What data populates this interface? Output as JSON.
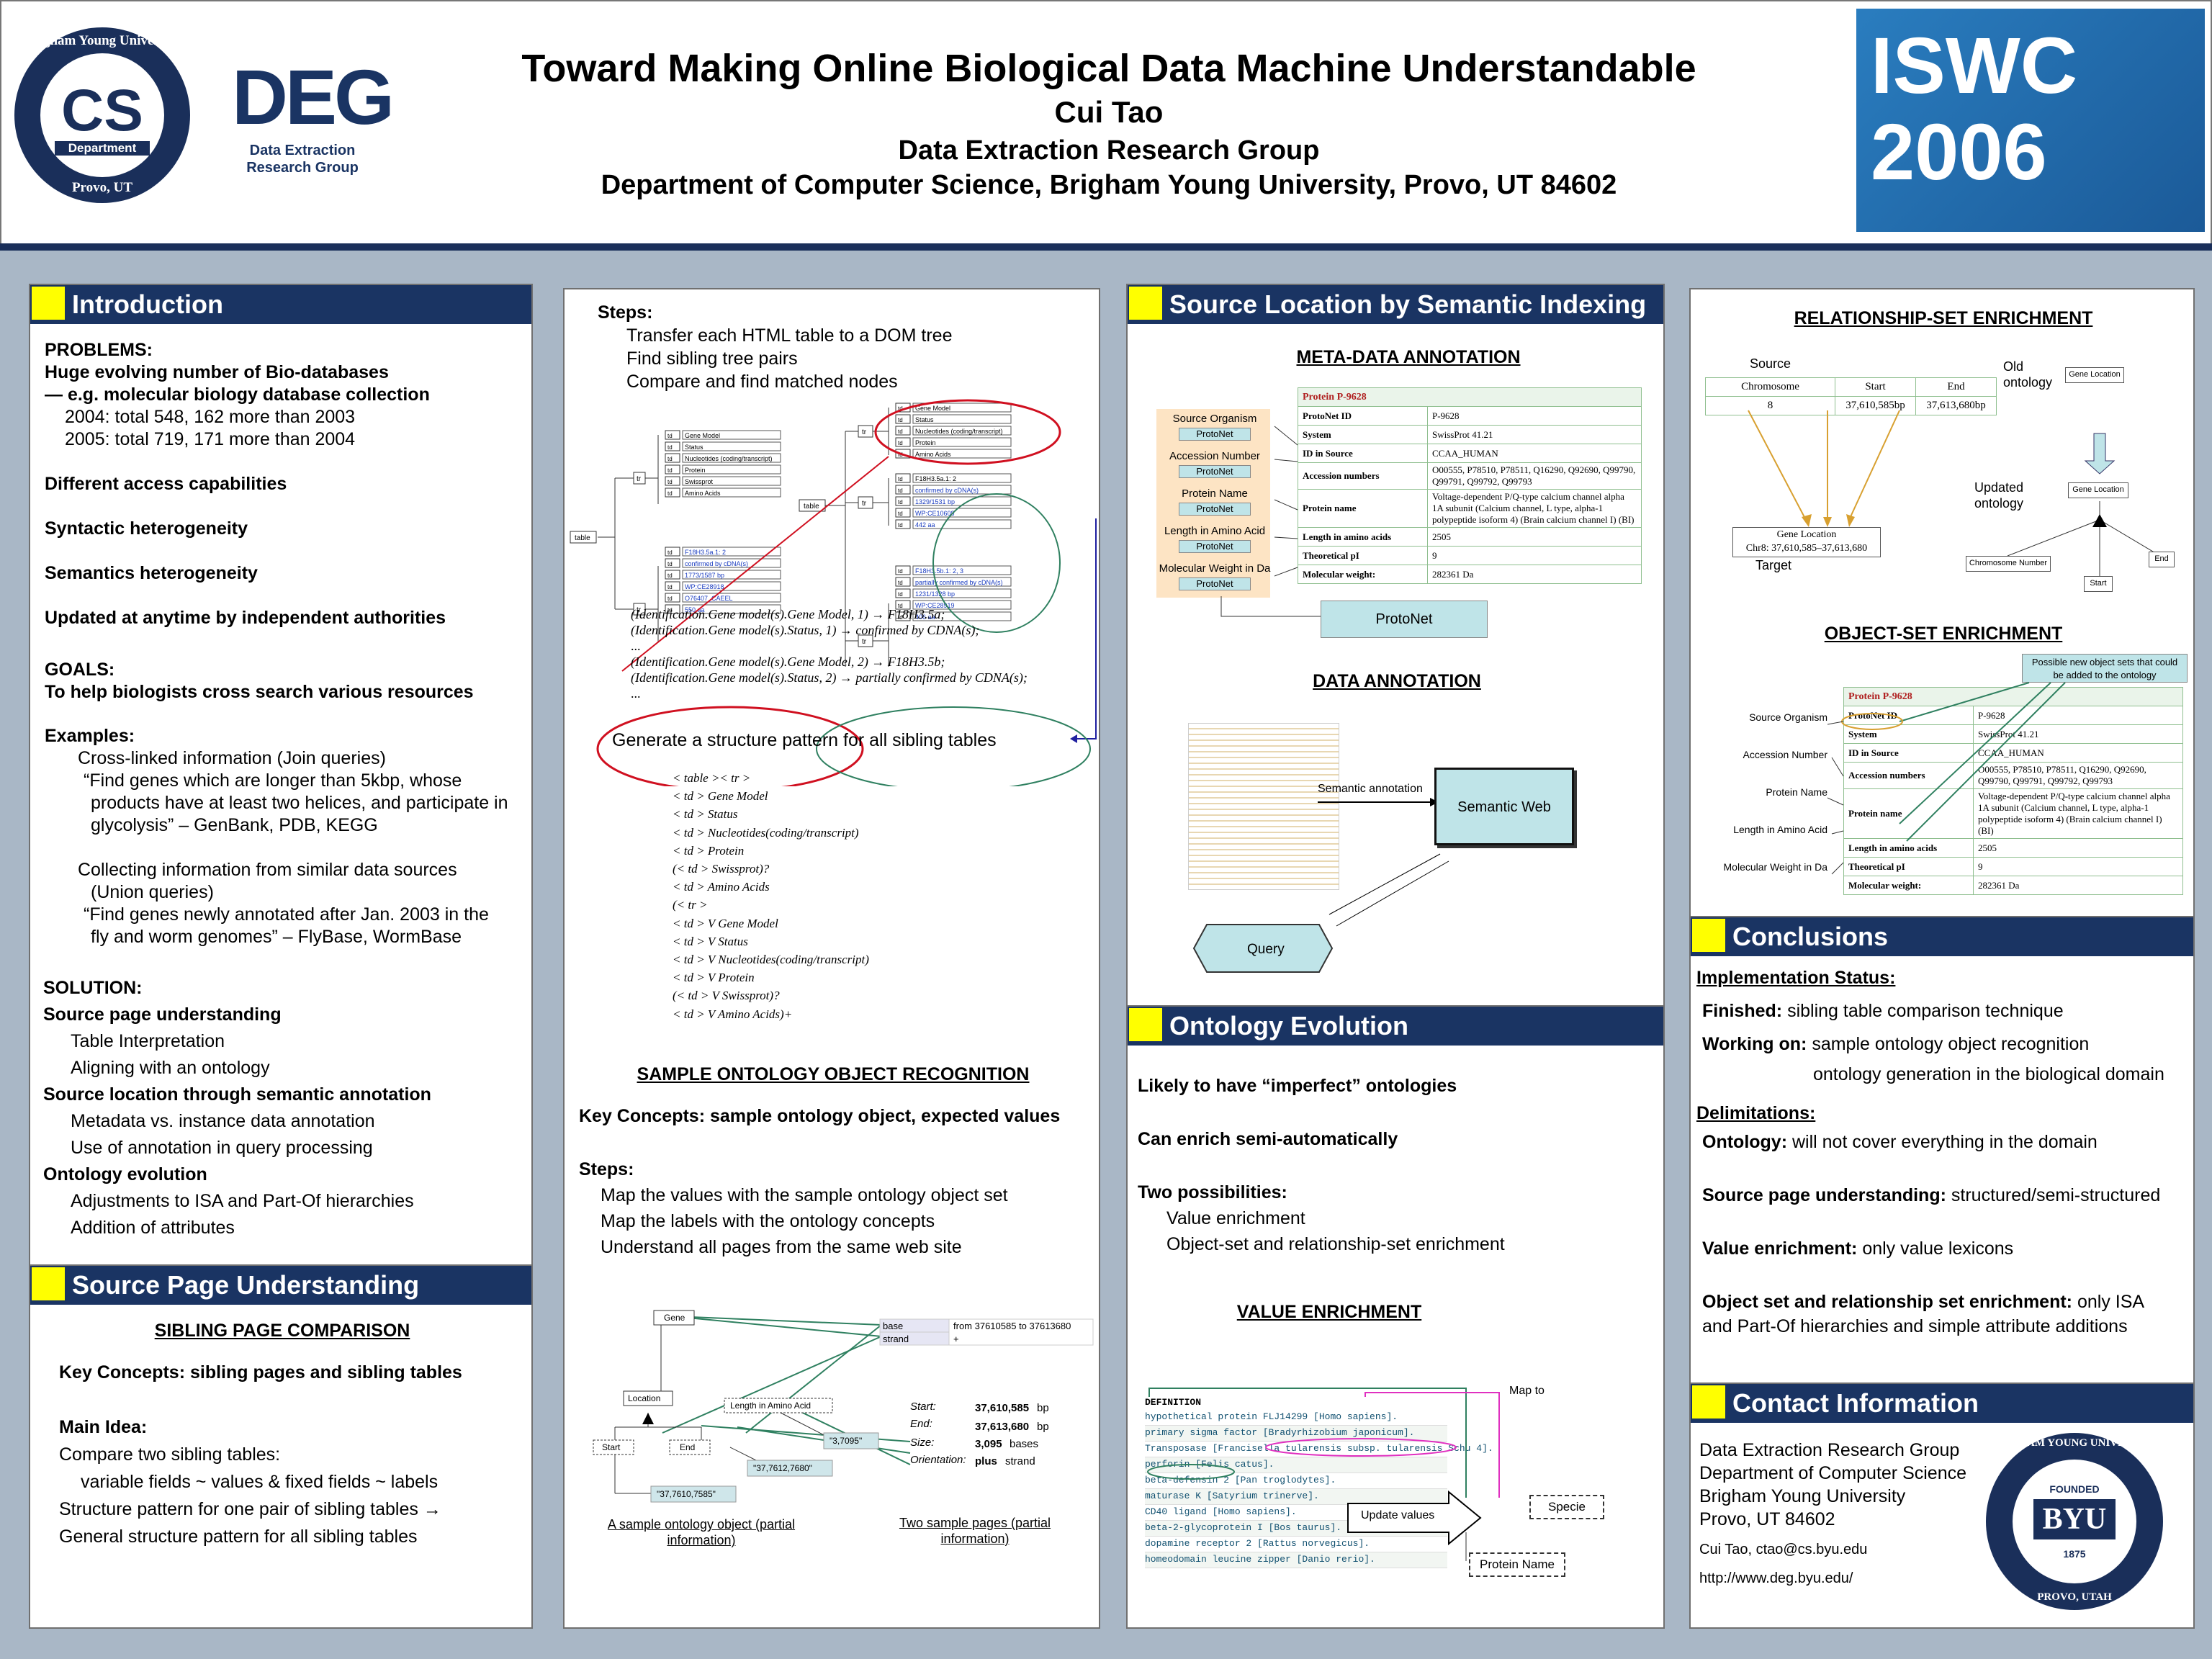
{
  "header": {
    "title": "Toward Making Online Biological Data Machine Understandable",
    "author": "Cui Tao",
    "group": "Data Extraction Research Group",
    "dept": "Department of Computer Science, Brigham Young University, Provo, UT 84602",
    "cs_seal_ring": "Brigham Young University",
    "cs_seal_center": "CS",
    "cs_seal_dept": "Department",
    "cs_seal_city": "Provo, UT",
    "deg_logo": "DEG",
    "deg_caption_1": "Data Extraction",
    "deg_caption_2": "Research Group",
    "iswc_logo": "ISWC 2006"
  },
  "introduction": {
    "heading": "Introduction",
    "problems": "PROBLEMS:",
    "p1": "Huge evolving number of Bio-databases",
    "p2": "— e.g. molecular biology database collection",
    "p3": "2004: total 548, 162 more than 2003",
    "p4": "2005: total 719, 171 more than 2004",
    "p5": "Different access capabilities",
    "p6": "Syntactic heterogeneity",
    "p7": "Semantics heterogeneity",
    "p8": "Updated at anytime by independent authorities",
    "goals": "GOALS:",
    "g1": "To help biologists cross search various resources",
    "examples": "Examples:",
    "e1": "Cross-linked information (Join queries)",
    "e2": "“Find genes which are longer than 5kbp, whose",
    "e3": "products have at least two helices, and participate in",
    "e4": "glycolysis” – GenBank, PDB, KEGG",
    "e5": "Collecting information from similar data sources",
    "e6": "(Union queries)",
    "e7": "“Find genes newly annotated after Jan. 2003 in the",
    "e8": "fly and worm genomes” – FlyBase, WormBase",
    "solution": "SOLUTION:",
    "s1": "Source page understanding",
    "s2": "Table Interpretation",
    "s3": "Aligning with an ontology",
    "s4": "Source location through semantic annotation",
    "s5": "Metadata vs. instance data annotation",
    "s6": "Use of annotation in query processing",
    "s7": "Ontology evolution",
    "s8": "Adjustments to ISA and Part-Of hierarchies",
    "s9": "Addition of attributes"
  },
  "spu": {
    "heading": "Source Page Understanding",
    "sub": "SIBLING PAGE COMPARISON",
    "k": "Key Concepts: sibling pages and sibling tables",
    "mi": "Main Idea:",
    "m1": "Compare two sibling tables:",
    "m2": "variable fields ~ values & fixed fields ~ labels",
    "m3": "Structure pattern for one pair of sibling tables →",
    "m4": "General structure pattern for all sibling tables"
  },
  "col2": {
    "steps": "Steps:",
    "st1": "Transfer each HTML table to a DOM tree",
    "st2": "Find sibling tree pairs",
    "st3": "Compare and find matched nodes",
    "tree_table": "table",
    "tree_tr": "tr",
    "tree_td": "td",
    "left_rows": [
      "Gene Model",
      "Status",
      "Nucleotides (coding/transcript)",
      "Protein",
      "Swissprot",
      "Amino Acids",
      "F18H3.5a.1: 2",
      "confirmed by cDNA(s)",
      "1773/1587 bp",
      "WP:CE28918",
      "O76407_CAEEL",
      "550 aa"
    ],
    "right_rows": [
      "Gene Model",
      "Status",
      "Nucleotides (coding/transcript)",
      "Protein",
      "Amino Acids",
      "F18H3.5a.1: 2",
      "confirmed by cDNA(s)",
      "1329/1531 bp",
      "WP:CE10608",
      "442 aa",
      "F18H3.5b.1: 2, 3",
      "partially confirmed by cDNA(s)",
      "1231/1328 bp",
      "WP:CE28919",
      "406 aa"
    ],
    "f1": "(Identification.Gene model(s).Gene Model, 1) → F18H3.5a;",
    "f2": "(Identification.Gene model(s).Status, 1) → confirmed by CDNA(s);",
    "f3": "...",
    "f4": "(Identification.Gene model(s).Gene Model, 2) → F18H3.5b;",
    "f5": "(Identification.Gene model(s).Status, 2) → partially confirmed by CDNA(s);",
    "f6": "...",
    "gen": "Generate a structure pattern for all sibling tables",
    "pat": [
      "< table >< tr >",
      "< td > Gene Model",
      "< td > Status",
      "< td > Nucleotides(coding/transcript)",
      "< td > Protein",
      "(< td > Swissprot)?",
      "< td > Amino Acids",
      "(< tr >",
      "< td > V Gene Model",
      "< td > V Status",
      "< td > V Nucleotides(coding/transcript)",
      "< td > V Protein",
      "(< td > V Swissprot)?",
      "< td > V Amino Acids)+"
    ],
    "sor": "SAMPLE ONTOLOGY OBJECT RECOGNITION",
    "kc": "Key Concepts: sample ontology object, expected values",
    "steps2": "Steps:",
    "s2a": "Map the values with the sample ontology object set",
    "s2b": "Map the labels with the ontology concepts",
    "s2c": "Understand all pages from the same web site",
    "d_gene": "Gene",
    "d_location": "Location",
    "d_start": "Start",
    "d_end": "End",
    "d_len": "Length in Amino Acid",
    "d_v1": "\"3,7095\"",
    "d_v2": "\"37,7612,7680\"",
    "d_v3": "\"37,7610,7585\"",
    "d_base": "base",
    "d_base_v": "from 37610585 to 37613680",
    "d_strand": "strand",
    "d_strand_v": "+",
    "k_start": "Start:",
    "v_start": "37,610,585",
    "k_end": "End:",
    "v_end": "37,613,680",
    "k_size": "Size:",
    "v_size": "3,095",
    "k_or": "Orientation:",
    "v_or": "plus",
    "u_bp": "bp",
    "u_bases": "bases",
    "u_strand": "strand",
    "cap1a": "A sample ontology object (partial",
    "cap1b": "information)",
    "cap2a": "Two sample pages (partial",
    "cap2b": "information)"
  },
  "col3": {
    "heading": "Source Location by Semantic Indexing",
    "mda": "META-DATA ANNOTATION",
    "labels": [
      "Source Organism",
      "Accession Number",
      "Protein Name",
      "Length in Amino Acid",
      "Molecular Weight in Da"
    ],
    "protonet": "ProtoNet",
    "ptitle": "Protein P-9628",
    "prows": [
      [
        "ProtoNet ID",
        "P-9628"
      ],
      [
        "System",
        "SwissProt 41.21"
      ],
      [
        "ID in Source",
        "CCAA_HUMAN"
      ],
      [
        "Accession numbers",
        "O00555, P78510, P78511, Q16290, Q92690, Q99790, Q99791, Q99792, Q99793"
      ],
      [
        "Protein name",
        "Voltage-dependent P/Q-type calcium channel alpha 1A subunit (Calcium channel, L type, alpha-1 polypeptide isoform 4) (Brain calcium channel I) (BI)"
      ],
      [
        "Length in amino acids",
        "2505"
      ],
      [
        "Theoretical pI",
        "9"
      ],
      [
        "Molecular weight:",
        "282361 Da"
      ]
    ],
    "da": "DATA ANNOTATION",
    "sem_ann": "Semantic annotation",
    "sw": "Semantic Web",
    "query": "Query",
    "oe": "Ontology Evolution",
    "o1": "Likely to have “imperfect” ontologies",
    "o2": "Can enrich semi-automatically",
    "o3": "Two possibilities:",
    "o4": "Value enrichment",
    "o5": "Object-set and relationship-set enrichment",
    "ve": "VALUE ENRICHMENT",
    "def": "DEFINITION",
    "vrows": [
      "hypothetical protein FLJ14299 [Homo sapiens].",
      "primary sigma factor [Bradyrhizobium japonicum].",
      "Transposase [Francisella tularensis subsp. tularensis Schu 4].",
      "perforin [Felis catus].",
      "beta-defensin 2 [Pan troglodytes].",
      "maturase K [Satyrium trinerve].",
      "CD40 ligand [Homo sapiens].",
      "beta-2-glycoprotein I [Bos taurus].",
      "dopamine receptor 2 [Rattus norvegicus].",
      "homeodomain leucine zipper [Danio rerio]."
    ],
    "mapto": "Map to",
    "specie": "Specie",
    "upd": "Update values",
    "pname": "Protein Name"
  },
  "col4": {
    "rse": "RELATIONSHIP-SET ENRICHMENT",
    "source": "Source",
    "chrom": "Chromosome",
    "start": "Start",
    "end": "End",
    "c_v": "8",
    "s_v": "37,610,585bp",
    "e_v": "37,613,680bp",
    "old": "Old",
    "ontology": "ontology",
    "gl": "Gene Location",
    "updated": "Updated",
    "gl2": "Gene Location",
    "gl2v": "Chr8: 37,610,585–37,613,680",
    "target": "Target",
    "cn": "Chromosome Number",
    "st_small": "Start",
    "end_small": "End",
    "ose": "OBJECT-SET ENRICHMENT",
    "possible": "Possible new object sets that could be added to the ontology",
    "concl": "Conclusions",
    "is": "Implementation Status:",
    "fin": "Finished:",
    "fin_v": "sibling table comparison technique",
    "wo": "Working on:",
    "wo_v": "sample ontology object recognition",
    "wo_v2": "ontology generation in the biological domain",
    "del": "Delimitations:",
    "d1": "Ontology:",
    "d1v": "will not cover everything in the domain",
    "d2": "Source page understanding:",
    "d2v": "structured/semi-structured",
    "d3": "Value enrichment:",
    "d3v": "only value lexicons",
    "d4": "Object set and relationship set enrichment:",
    "d4v": "only ISA",
    "d4v2": "and Part-Of hierarchies and simple attribute additions",
    "ci": "Contact Information",
    "c1": "Data Extraction Research Group",
    "c2": "Department of Computer Science",
    "c3": "Brigham Young University",
    "c4": "Provo, UT 84602",
    "c5": "Cui Tao, ctao@cs.byu.edu",
    "c6": "http://www.deg.byu.edu/",
    "byu_ring": "BRIGHAM YOUNG UNIVERSITY",
    "byu_founded": "FOUNDED",
    "byu": "BYU",
    "byu_year": "1875",
    "byu_city": "PROVO, UTAH"
  },
  "colors": {
    "navy": "#1a3463",
    "yellow": "#ffff00",
    "red": "#d01020",
    "green": "#2f8060"
  }
}
